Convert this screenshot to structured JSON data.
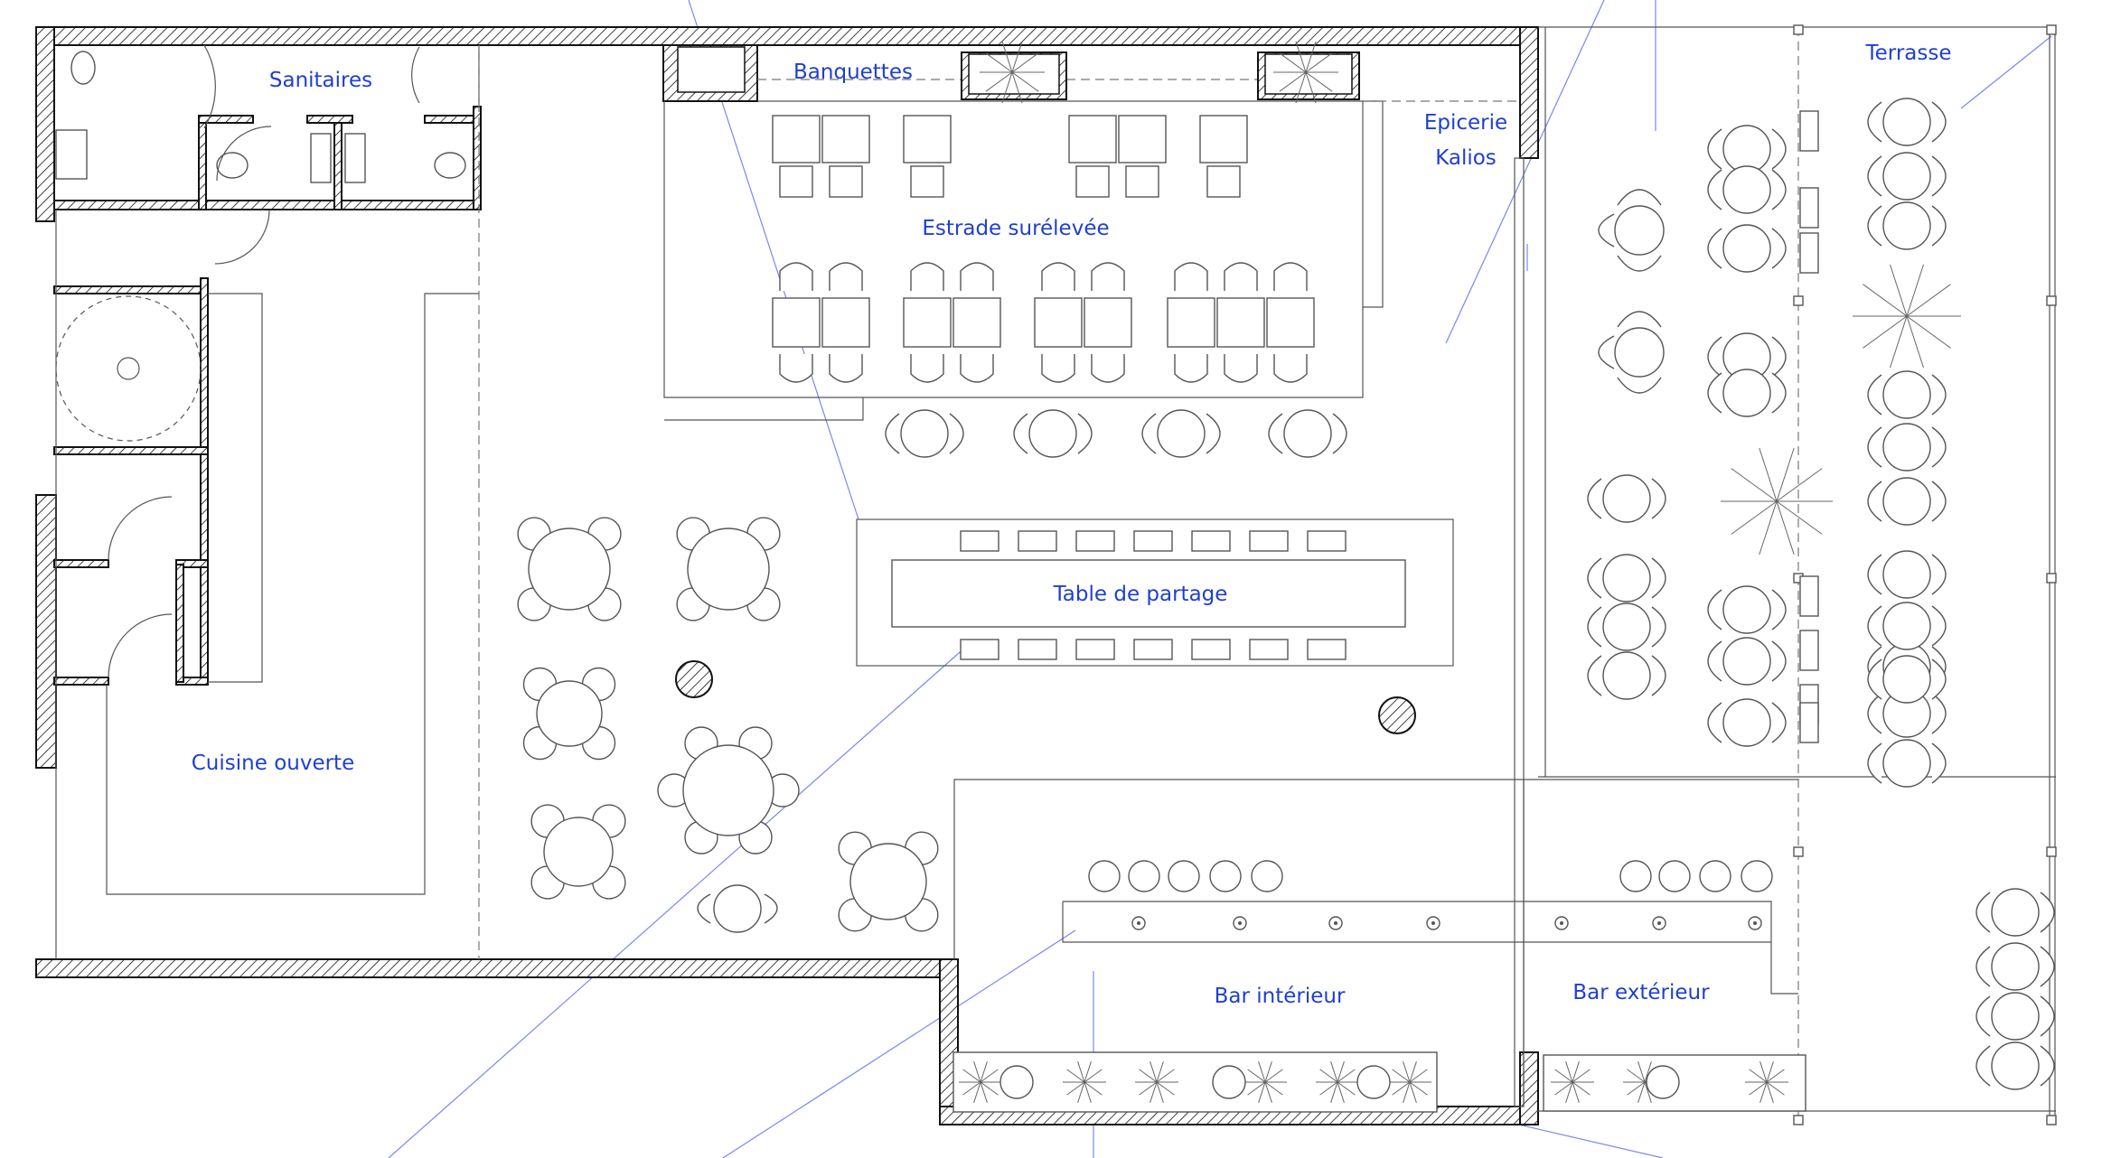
{
  "rooms": {
    "sanitaires": "Sanitaires",
    "banquettes": "Banquettes",
    "epicerie_line1": "Epicerie",
    "epicerie_line2": "Kalios",
    "terrasse": "Terrasse",
    "estrade": "Estrade surélevée",
    "table_partage": "Table de partage",
    "cuisine": "Cuisine ouverte",
    "bar_interieur": "Bar intérieur",
    "bar_exterieur": "Bar extérieur"
  },
  "colors": {
    "label": "#1f3fd1",
    "wall": "#111111",
    "furniture": "#555555",
    "guide_line": "#7b86f0"
  }
}
